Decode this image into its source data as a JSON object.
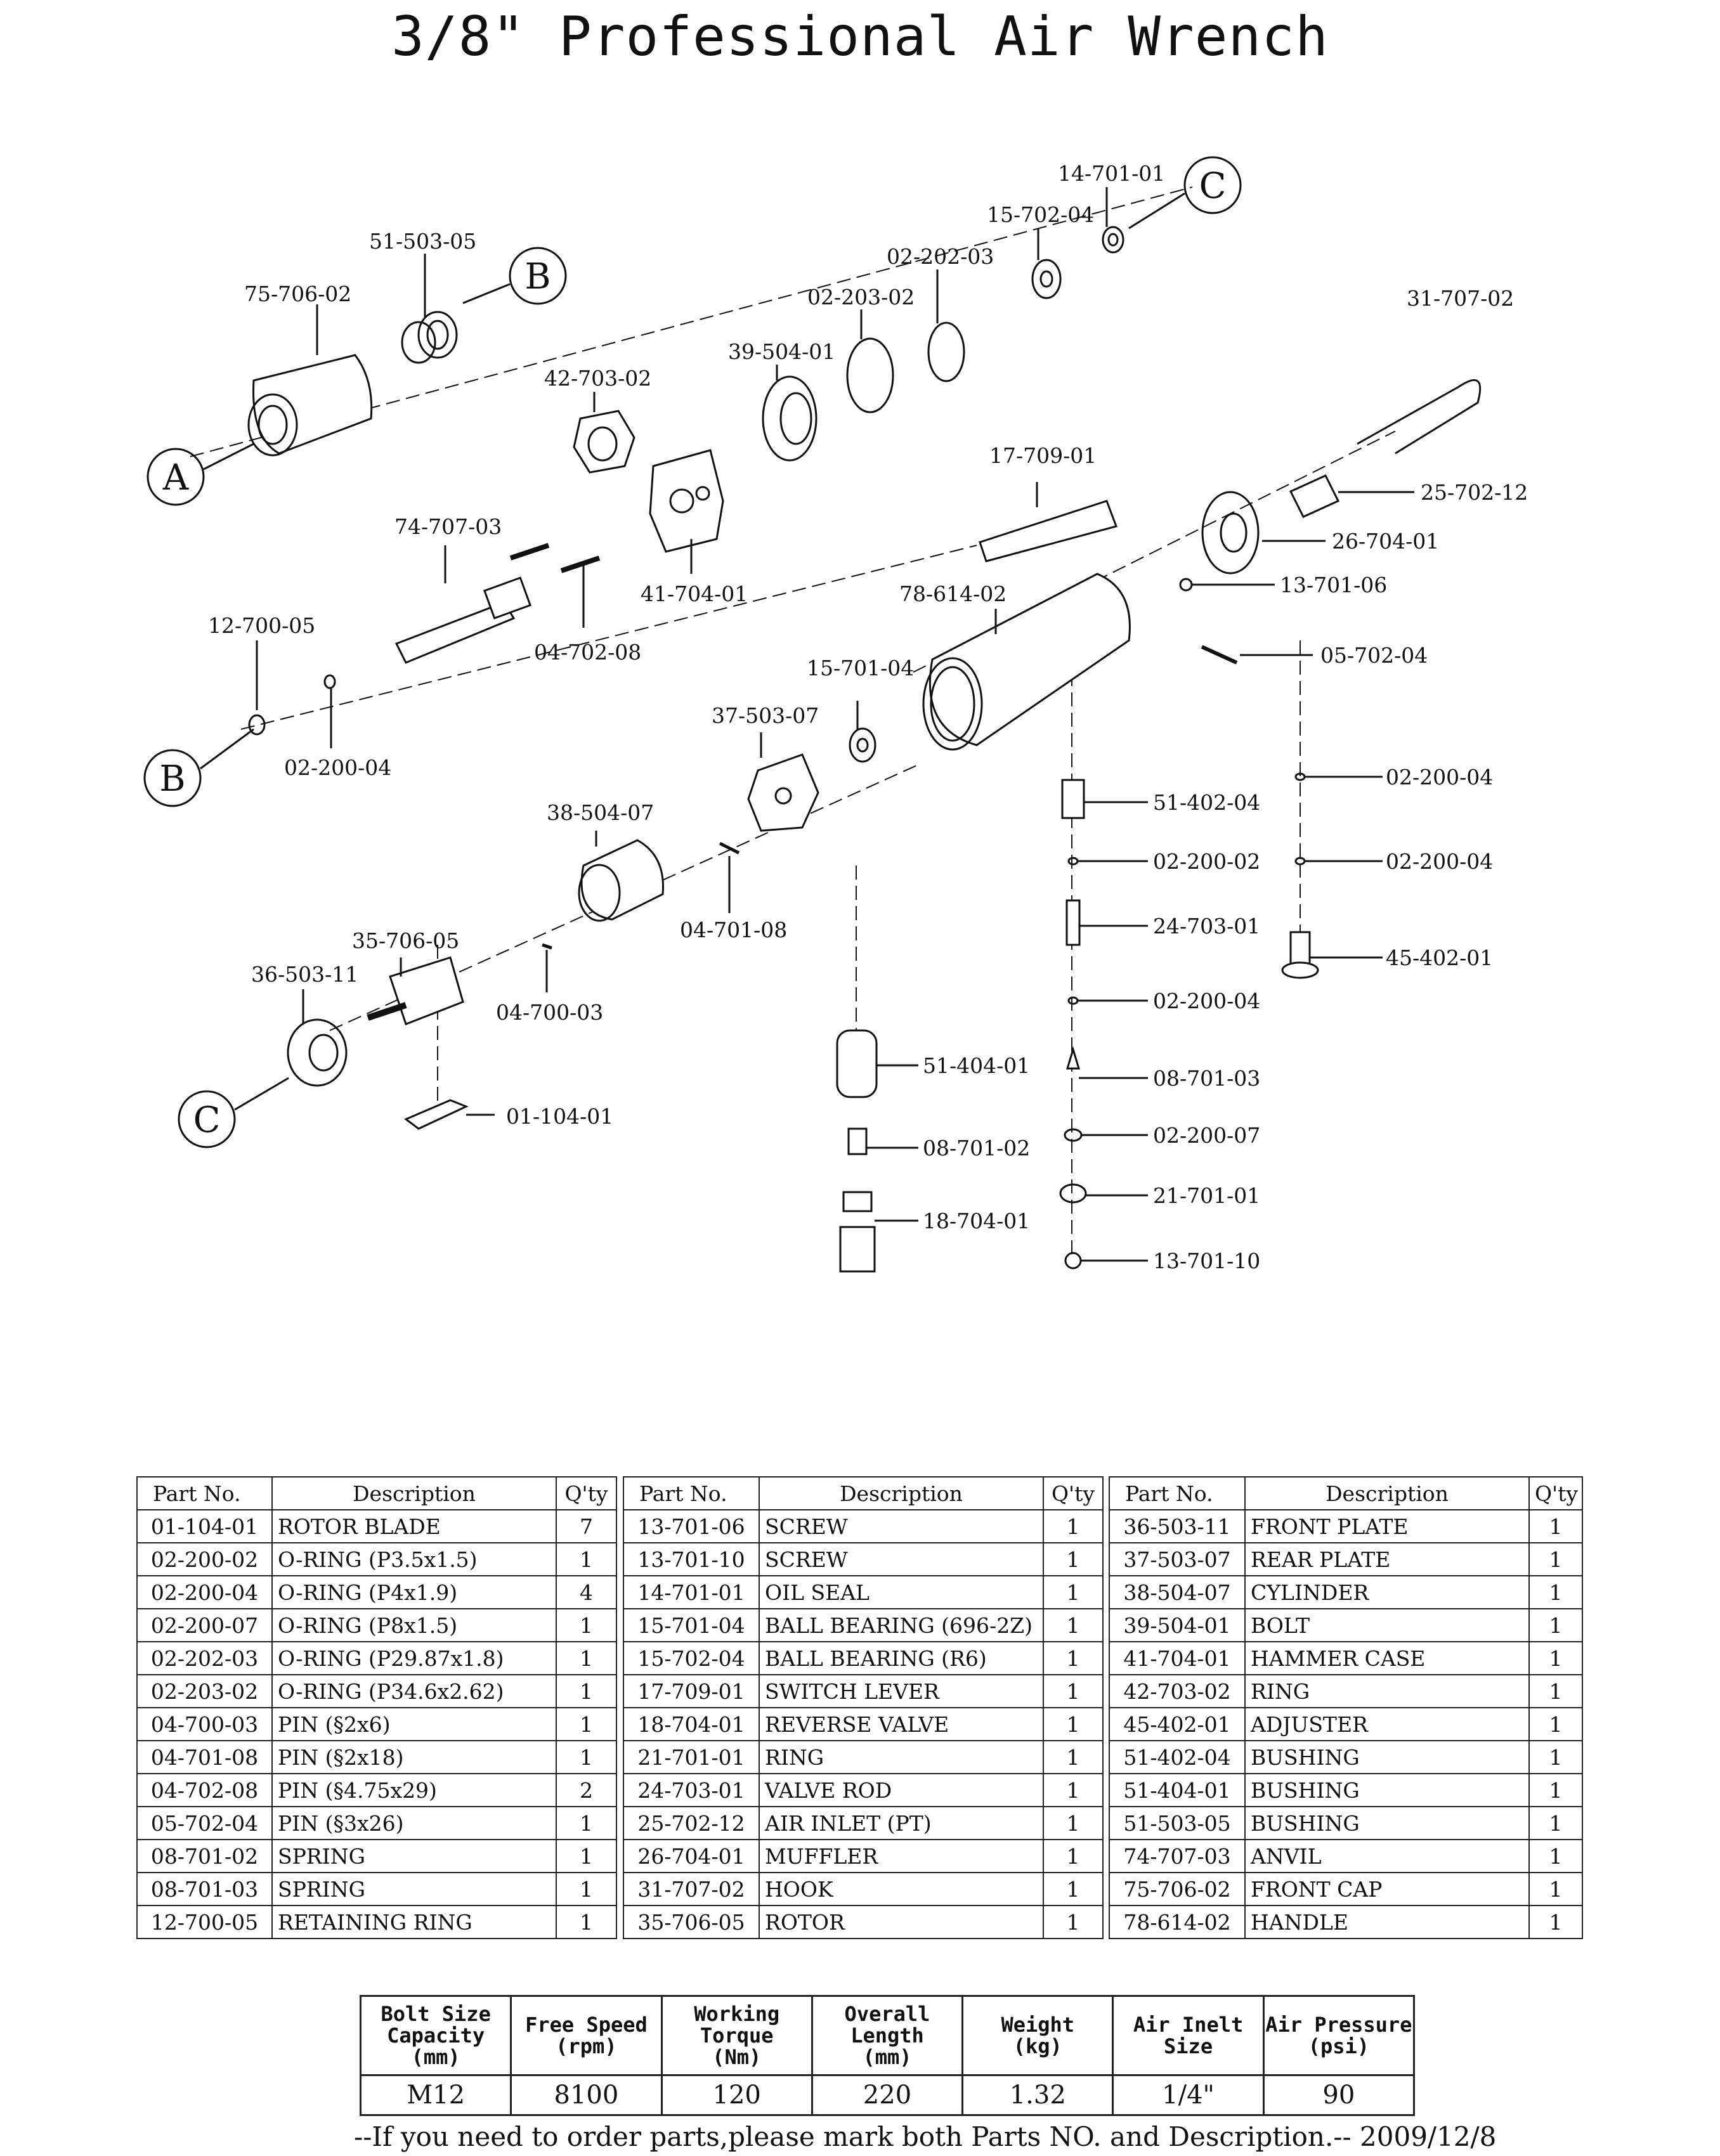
{
  "title": "3/8\" Professional Air Wrench",
  "diagram_labels": [
    {
      "id": "75-706-02",
      "text": "75-706-02"
    },
    {
      "id": "51-503-05",
      "text": "51-503-05"
    },
    {
      "id": "42-703-02",
      "text": "42-703-02"
    },
    {
      "id": "39-504-01",
      "text": "39-504-01"
    },
    {
      "id": "02-203-02",
      "text": "02-203-02"
    },
    {
      "id": "02-202-03",
      "text": "02-202-03"
    },
    {
      "id": "15-702-04",
      "text": "15-702-04"
    },
    {
      "id": "14-701-01",
      "text": "14-701-01"
    },
    {
      "id": "31-707-02",
      "text": "31-707-02"
    },
    {
      "id": "25-702-12",
      "text": "25-702-12"
    },
    {
      "id": "26-704-01",
      "text": "26-704-01"
    },
    {
      "id": "13-701-06",
      "text": "13-701-06"
    },
    {
      "id": "17-709-01",
      "text": "17-709-01"
    },
    {
      "id": "78-614-02",
      "text": "78-614-02"
    },
    {
      "id": "05-702-04",
      "text": "05-702-04"
    },
    {
      "id": "74-707-03",
      "text": "74-707-03"
    },
    {
      "id": "41-704-01",
      "text": "41-704-01"
    },
    {
      "id": "04-702-08",
      "text": "04-702-08"
    },
    {
      "id": "12-700-05",
      "text": "12-700-05"
    },
    {
      "id": "02-200-04a",
      "text": "02-200-04"
    },
    {
      "id": "15-701-04",
      "text": "15-701-04"
    },
    {
      "id": "37-503-07",
      "text": "37-503-07"
    },
    {
      "id": "38-504-07",
      "text": "38-504-07"
    },
    {
      "id": "04-701-08",
      "text": "04-701-08"
    },
    {
      "id": "35-706-05",
      "text": "35-706-05"
    },
    {
      "id": "36-503-11",
      "text": "36-503-11"
    },
    {
      "id": "04-700-03",
      "text": "04-700-03"
    },
    {
      "id": "01-104-01",
      "text": "01-104-01"
    },
    {
      "id": "51-402-04",
      "text": "51-402-04"
    },
    {
      "id": "02-200-02",
      "text": "02-200-02"
    },
    {
      "id": "24-703-01",
      "text": "24-703-01"
    },
    {
      "id": "02-200-04b",
      "text": "02-200-04"
    },
    {
      "id": "08-701-03",
      "text": "08-701-03"
    },
    {
      "id": "02-200-07",
      "text": "02-200-07"
    },
    {
      "id": "21-701-01",
      "text": "21-701-01"
    },
    {
      "id": "13-701-10",
      "text": "13-701-10"
    },
    {
      "id": "02-200-04c",
      "text": "02-200-04"
    },
    {
      "id": "02-200-04d",
      "text": "02-200-04"
    },
    {
      "id": "45-402-01",
      "text": "45-402-01"
    },
    {
      "id": "51-404-01",
      "text": "51-404-01"
    },
    {
      "id": "08-701-02",
      "text": "08-701-02"
    },
    {
      "id": "18-704-01",
      "text": "18-704-01"
    }
  ],
  "callouts": [
    {
      "id": "A1",
      "text": "A"
    },
    {
      "id": "B1",
      "text": "B"
    },
    {
      "id": "B2",
      "text": "B"
    },
    {
      "id": "C1",
      "text": "C"
    },
    {
      "id": "C2",
      "text": "C"
    }
  ],
  "parts_table": {
    "headers": {
      "part_no": "Part  No.",
      "description": "Description",
      "qty": "Q'ty"
    },
    "columns": [
      [
        [
          "01-104-01",
          "ROTOR  BLADE",
          "7"
        ],
        [
          "02-200-02",
          "O-RING (P3.5x1.5)",
          "1"
        ],
        [
          "02-200-04",
          "O-RING (P4x1.9)",
          "4"
        ],
        [
          "02-200-07",
          "O-RING (P8x1.5)",
          "1"
        ],
        [
          "02-202-03",
          "O-RING (P29.87x1.8)",
          "1"
        ],
        [
          "02-203-02",
          "O-RING (P34.6x2.62)",
          "1"
        ],
        [
          "04-700-03",
          "PIN (§2x6)",
          "1"
        ],
        [
          "04-701-08",
          "PIN (§2x18)",
          "1"
        ],
        [
          "04-702-08",
          "PIN (§4.75x29)",
          "2"
        ],
        [
          "05-702-04",
          "PIN (§3x26)",
          "1"
        ],
        [
          "08-701-02",
          "SPRING",
          "1"
        ],
        [
          "08-701-03",
          "SPRING",
          "1"
        ],
        [
          "12-700-05",
          "RETAINING RING",
          "1"
        ]
      ],
      [
        [
          "13-701-06",
          "SCREW",
          "1"
        ],
        [
          "13-701-10",
          "SCREW",
          "1"
        ],
        [
          "14-701-01",
          "OIL SEAL",
          "1"
        ],
        [
          "15-701-04",
          "BALL  BEARING (696-2Z)",
          "1"
        ],
        [
          "15-702-04",
          "BALL  BEARING (R6)",
          "1"
        ],
        [
          "17-709-01",
          "SWITCH  LEVER",
          "1"
        ],
        [
          "18-704-01",
          "REVERSE  VALVE",
          "1"
        ],
        [
          "21-701-01",
          "RING",
          "1"
        ],
        [
          "24-703-01",
          "VALVE  ROD",
          "1"
        ],
        [
          "25-702-12",
          "AIR  INLET (PT)",
          "1"
        ],
        [
          "26-704-01",
          "MUFFLER",
          "1"
        ],
        [
          "31-707-02",
          "HOOK",
          "1"
        ],
        [
          "35-706-05",
          "ROTOR",
          "1"
        ]
      ],
      [
        [
          "36-503-11",
          "FRONT  PLATE",
          "1"
        ],
        [
          "37-503-07",
          "REAR  PLATE",
          "1"
        ],
        [
          "38-504-07",
          "CYLINDER",
          "1"
        ],
        [
          "39-504-01",
          "BOLT",
          "1"
        ],
        [
          "41-704-01",
          "HAMMER  CASE",
          "1"
        ],
        [
          "42-703-02",
          "RING",
          "1"
        ],
        [
          "45-402-01",
          "ADJUSTER",
          "1"
        ],
        [
          "51-402-04",
          "BUSHING",
          "1"
        ],
        [
          "51-404-01",
          "BUSHING",
          "1"
        ],
        [
          "51-503-05",
          "BUSHING",
          "1"
        ],
        [
          "74-707-03",
          "ANVIL",
          "1"
        ],
        [
          "75-706-02",
          "FRONT  CAP",
          "1"
        ],
        [
          "78-614-02",
          "HANDLE",
          "1"
        ]
      ]
    ]
  },
  "spec_table": {
    "headers": [
      [
        "Bolt Size",
        "Capacity",
        "(mm)"
      ],
      [
        "Free Speed",
        "(rpm)"
      ],
      [
        "Working",
        "Torque",
        "(Nm)"
      ],
      [
        "Overall",
        "Length",
        "(mm)"
      ],
      [
        "Weight",
        "(kg)"
      ],
      [
        "Air Inelt",
        "Size"
      ],
      [
        "Air Pressure",
        "(psi)"
      ]
    ],
    "values": [
      "M12",
      "8100",
      "120",
      "220",
      "1.32",
      "1/4\"",
      "90"
    ]
  },
  "footnote": "--If you need to order parts,please mark both Parts NO. and Description.-- 2009/12/8"
}
